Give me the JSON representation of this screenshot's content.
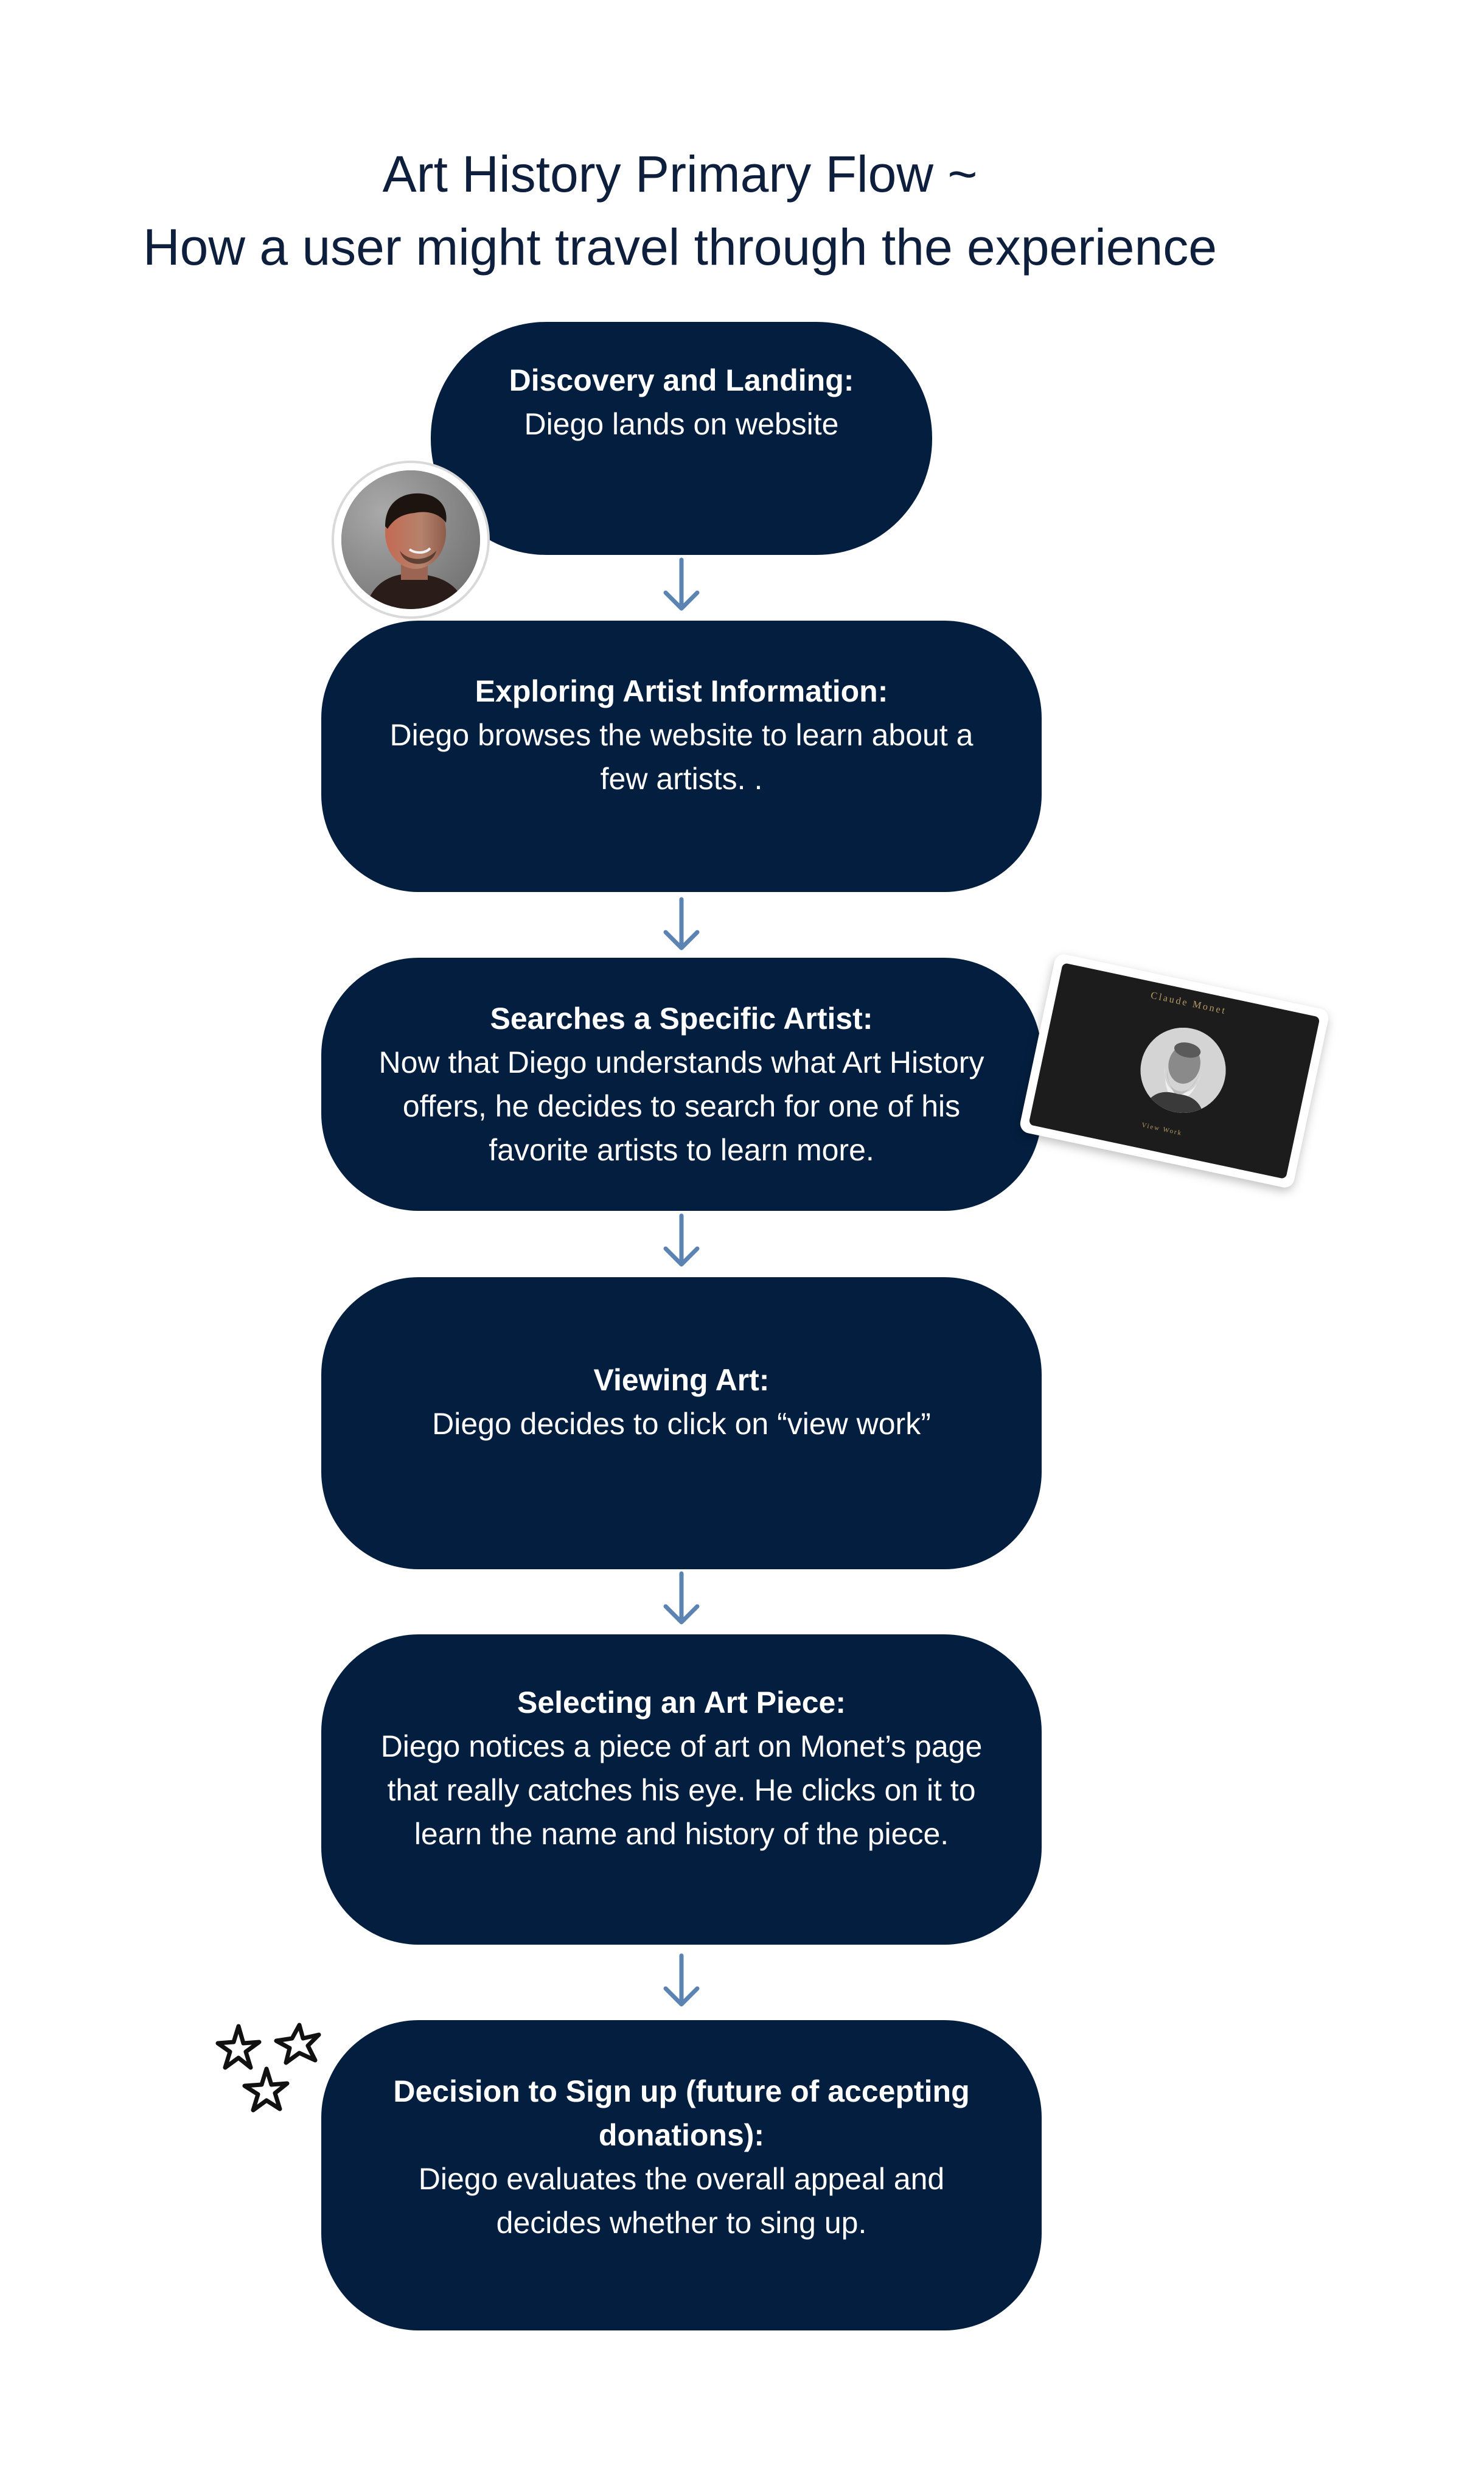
{
  "title": {
    "line1": "Art History Primary Flow ~",
    "line2": "How a user might travel through the experience"
  },
  "steps": [
    {
      "title": "Discovery and Landing:",
      "body": "Diego lands on  website"
    },
    {
      "title": "Exploring Artist Information:",
      "body": "Diego browses the website to learn about a few artists. ."
    },
    {
      "title": "Searches a Specific Artist:",
      "body": "Now that Diego understands what Art History offers, he decides to search for one of his favorite artists to learn more."
    },
    {
      "title": "Viewing Art:",
      "body": "Diego decides to click on “view work”"
    },
    {
      "title": "Selecting an Art Piece:",
      "body": "Diego notices a piece of art on Monet’s page that really catches his eye. He clicks on it to learn the name and history of the piece."
    },
    {
      "title": "Decision to Sign up (future of accepting donations):",
      "body": "Diego evaluates the overall appeal and decides whether to sing up."
    }
  ],
  "monet_card": {
    "name": "Claude Monet",
    "link": "View Work"
  },
  "colors": {
    "step_background": "#031e3f",
    "title_text": "#0d1f3c",
    "arrow": "#5b84b3",
    "card_accent": "#b79a63"
  },
  "icons": {
    "arrow": "arrow-down-icon",
    "stars": "stars-doodle-icon"
  }
}
